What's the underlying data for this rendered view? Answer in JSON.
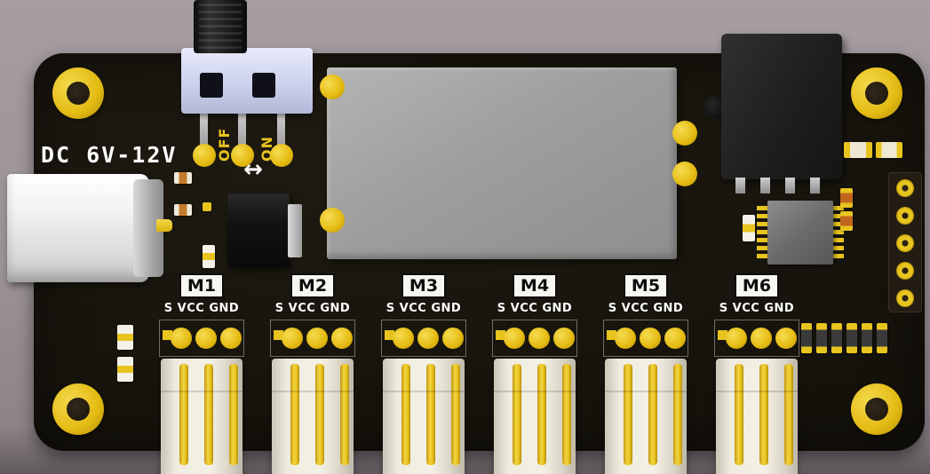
{
  "labels": {
    "dc": "DC 6V-12V",
    "switch_off": "OFF",
    "switch_on": "ON",
    "switch_arrow": "↔"
  },
  "connectors": [
    {
      "name": "M1",
      "pins": "S VCC GND"
    },
    {
      "name": "M2",
      "pins": "S VCC GND"
    },
    {
      "name": "M3",
      "pins": "S VCC GND"
    },
    {
      "name": "M4",
      "pins": "S VCC GND"
    },
    {
      "name": "M5",
      "pins": "S VCC GND"
    },
    {
      "name": "M6",
      "pins": "S VCC GND"
    }
  ],
  "colors": {
    "gold": "#e8c41f",
    "board": "#16130c",
    "background": "#9b9297",
    "module_gray": "#9e9e9e",
    "silkscreen_white": "#ffffff",
    "switch_base": "#ccd1ec"
  }
}
